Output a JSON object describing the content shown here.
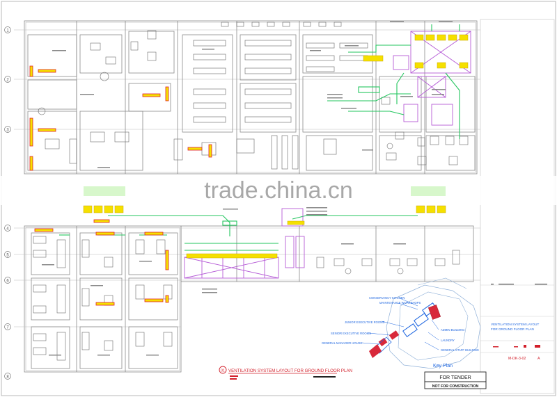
{
  "watermark": "trade.china.cn",
  "plan_title": "VENTILATION SYSTEM LAYOUT FOR GROUND FLOOR PLAN",
  "plan_title_number": "01",
  "key_plan": {
    "title": "Key Plan",
    "labels": [
      "CONSERVANCY KITCHEN",
      "MAINTENANCE WORKSHOPS",
      "JUNIOR EXECUTIVE ROOMS",
      "SENIOR EXECUTIVE ROOMS",
      "GENERAL MANAGER HOUSE",
      "ADMIN BUILDING",
      "LAUNDRY",
      "GENERAL STAFF BUILDING"
    ]
  },
  "stamp": {
    "line1": "FOR TENDER",
    "line2": "NOT FOR CONSTRUCTION"
  },
  "title_block": {
    "title_line1": "VENTILATION SYSTEM LAYOUT",
    "title_line2": "FOR GROUND FLOOR PLAN",
    "drawing_no": "M-DK-3-02",
    "revision": "A"
  },
  "grid_rows": [
    "1",
    "2",
    "3",
    "4",
    "5",
    "6",
    "7",
    "8"
  ],
  "colors": {
    "linework": "#8a8a8a",
    "duct_green": "#22c55e",
    "fan_yellow": "#f5e000",
    "equipment_purple": "#b55bd6",
    "heater_red": "#e0202a",
    "keyplan_blue": "#1e66e0",
    "keyplan_red": "#d8283a",
    "keyplan_outline": "#8fb0d8",
    "title_red": "#d21f2a"
  }
}
